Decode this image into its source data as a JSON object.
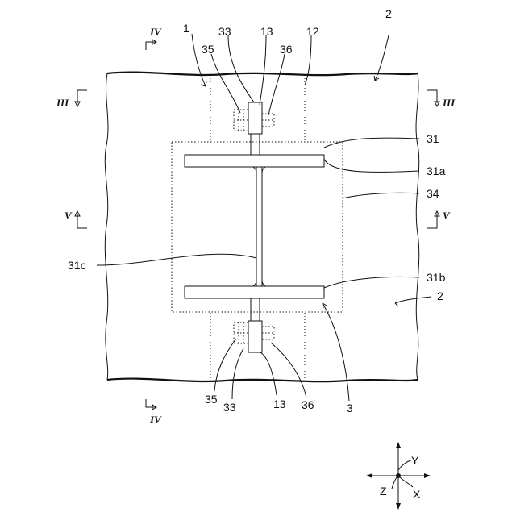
{
  "labels": {
    "l1": "1",
    "l2_top": "2",
    "l2_right": "2",
    "l3": "3",
    "l12": "12",
    "l13_top": "13",
    "l13_bottom": "13",
    "l31": "31",
    "l31a": "31a",
    "l31b": "31b",
    "l31c": "31c",
    "l33_top": "33",
    "l33_bottom": "33",
    "l34": "34",
    "l35_top": "35",
    "l35_bottom": "35",
    "l36_top": "36",
    "l36_bottom": "36"
  },
  "sections": {
    "iv_top": "IV",
    "iv_bottom": "IV",
    "iii_left": "III",
    "iii_right": "III",
    "v_left": "V",
    "v_right": "V"
  },
  "axes": {
    "y": "Y",
    "z": "Z",
    "x": "X"
  }
}
